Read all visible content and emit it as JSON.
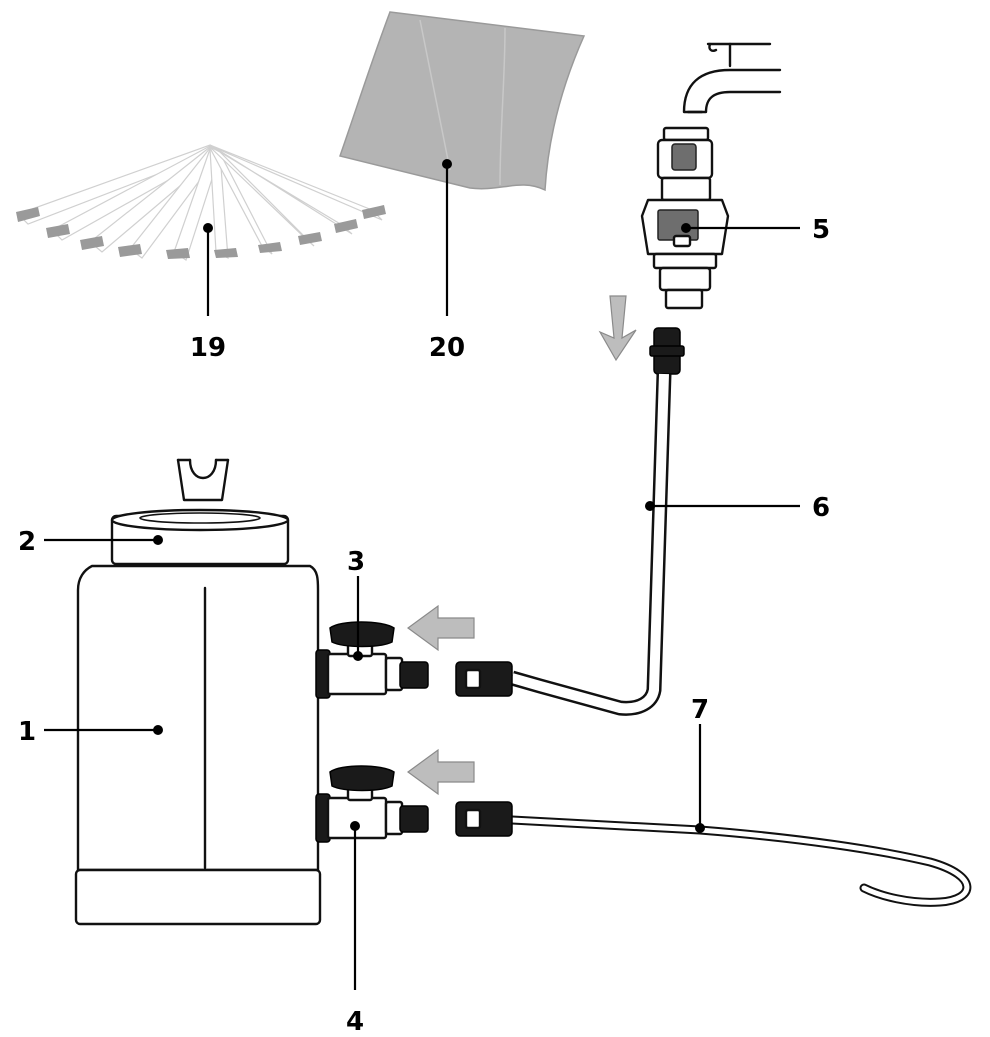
{
  "diagram": {
    "callouts": [
      {
        "id": "1",
        "label": "1"
      },
      {
        "id": "2",
        "label": "2"
      },
      {
        "id": "3",
        "label": "3"
      },
      {
        "id": "4",
        "label": "4"
      },
      {
        "id": "5",
        "label": "5"
      },
      {
        "id": "6",
        "label": "6"
      },
      {
        "id": "7",
        "label": "7"
      },
      {
        "id": "19",
        "label": "19"
      },
      {
        "id": "20",
        "label": "20"
      }
    ],
    "flow_arrows": [
      "down",
      "left",
      "left"
    ],
    "colors": {
      "line": "#111111",
      "fill_light": "#ffffff",
      "fill_gray": "#bdbdbd",
      "fill_dark": "#1a1a1a"
    }
  }
}
